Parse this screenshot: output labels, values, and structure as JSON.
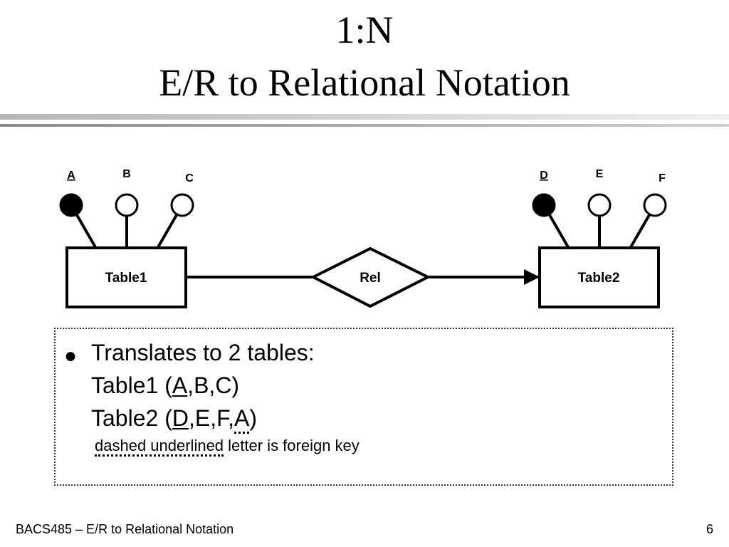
{
  "title": {
    "line1": "1:N",
    "line2": "E/R to Relational Notation"
  },
  "diagram": {
    "entity1": {
      "name": "Table1",
      "attributes": [
        {
          "label": "A",
          "key": true
        },
        {
          "label": "B",
          "key": false
        },
        {
          "label": "C",
          "key": false
        }
      ]
    },
    "relationship": {
      "name": "Rel"
    },
    "entity2": {
      "name": "Table2",
      "attributes": [
        {
          "label": "D",
          "key": true
        },
        {
          "label": "E",
          "key": false
        },
        {
          "label": "F",
          "key": false
        }
      ]
    }
  },
  "notes": {
    "bullet": "Translates to 2 tables:",
    "table1": {
      "name": "Table1",
      "open": " (",
      "pk": "A",
      "rest": ",B,C",
      "close": ")"
    },
    "table2": {
      "name": "Table2",
      "open": " (",
      "pk": "D",
      "mid": ",E,F,",
      "fk": "A",
      "close": ")"
    },
    "footnote": {
      "fk_term": "dashed underlined",
      "rest": " letter is foreign key"
    }
  },
  "footer": {
    "left": "BACS485 – E/R to Relational Notation",
    "page": "6"
  },
  "colors": {
    "stroke": "#000000",
    "background": "#ffffff",
    "rule_light": "#d0d0d0",
    "rule_dark": "#9a9a9a"
  }
}
